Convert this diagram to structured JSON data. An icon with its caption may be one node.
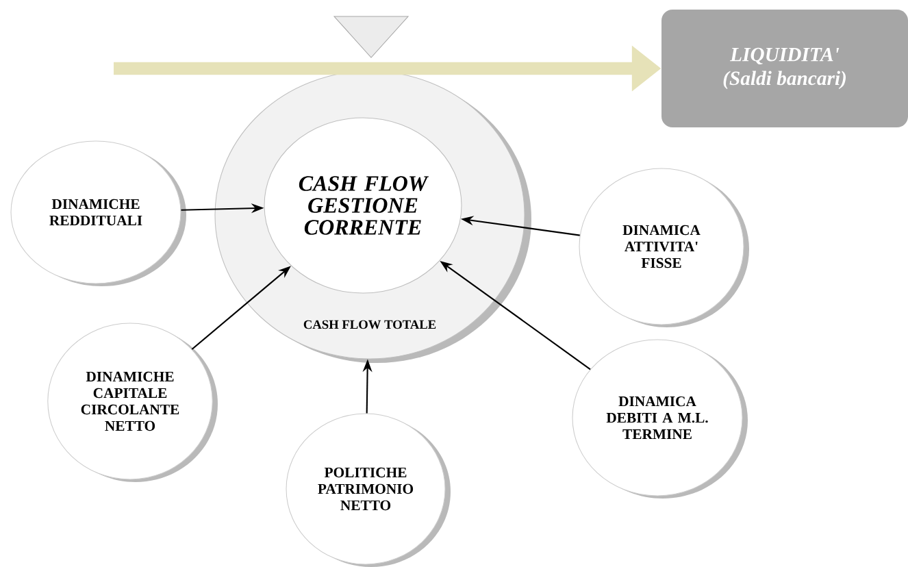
{
  "diagram": {
    "nodes": [
      {
        "text": [
          "CASH FLOW TOTALE"
        ]
      },
      {
        "text": [
          "CASH FLOW GESTIONE CORRENTE"
        ],
        "in": 0
      },
      {
        "text": [
          "LIQUIDITA'",
          "(Saldi bancari)"
        ]
      },
      {
        "text": [
          "DINAMICHE REDDITUALI"
        ]
      },
      {
        "text": [
          "DINAMICA ATTIVITA' FISSE"
        ]
      },
      {
        "text": [
          "DINAMICHE CAPITALE CIRCOLANTE NETTO"
        ]
      },
      {
        "text": [
          "POLITICHE PATRIMONIO NETTO"
        ]
      },
      {
        "text": [
          "DINAMICA DEBITI A M.L. TERMINE"
        ]
      }
    ],
    "edges": [
      {
        "from": null,
        "to": 2,
        "arrow": "to",
        "style": "thick",
        "color": "#e6e2b8"
      },
      {
        "from": 3,
        "to": 1,
        "arrow": "to"
      },
      {
        "from": 4,
        "to": 1,
        "arrow": "to"
      },
      {
        "from": 5,
        "to": 1,
        "arrow": "to"
      },
      {
        "from": 6,
        "to": 0,
        "arrow": "to"
      },
      {
        "from": 7,
        "to": 1,
        "arrow": "to"
      }
    ]
  }
}
